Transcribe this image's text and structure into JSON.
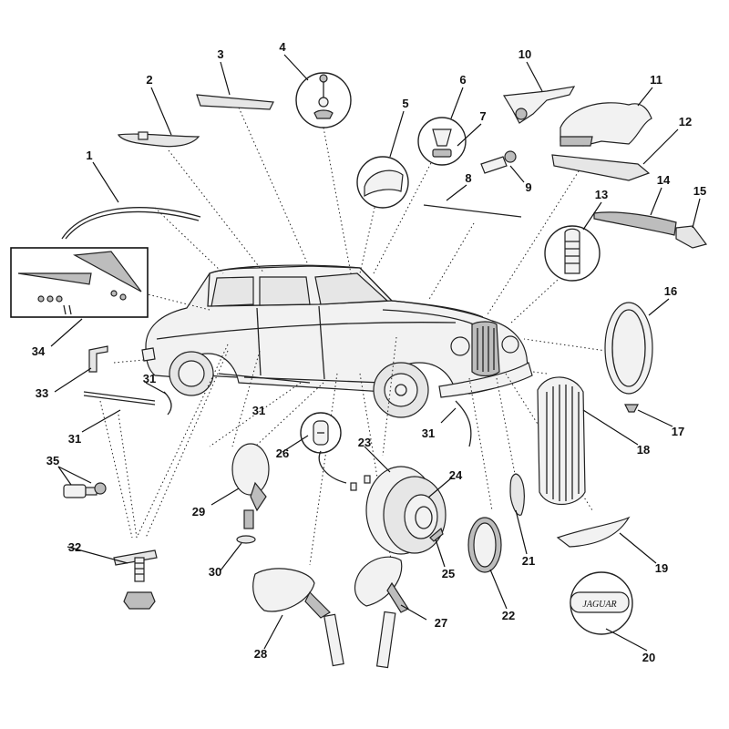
{
  "callouts": [
    {
      "id": "c1",
      "label": "1"
    },
    {
      "id": "c2",
      "label": "2"
    },
    {
      "id": "c3",
      "label": "3"
    },
    {
      "id": "c4",
      "label": "4"
    },
    {
      "id": "c5",
      "label": "5"
    },
    {
      "id": "c6",
      "label": "6"
    },
    {
      "id": "c7",
      "label": "7"
    },
    {
      "id": "c8",
      "label": "8"
    },
    {
      "id": "c9",
      "label": "9"
    },
    {
      "id": "c10",
      "label": "10"
    },
    {
      "id": "c11",
      "label": "11"
    },
    {
      "id": "c12",
      "label": "12"
    },
    {
      "id": "c13",
      "label": "13"
    },
    {
      "id": "c14",
      "label": "14"
    },
    {
      "id": "c15",
      "label": "15"
    },
    {
      "id": "c16",
      "label": "16"
    },
    {
      "id": "c17",
      "label": "17"
    },
    {
      "id": "c18",
      "label": "18"
    },
    {
      "id": "c19",
      "label": "19"
    },
    {
      "id": "c20",
      "label": "20"
    },
    {
      "id": "c21",
      "label": "21"
    },
    {
      "id": "c22",
      "label": "22"
    },
    {
      "id": "c23",
      "label": "23"
    },
    {
      "id": "c24",
      "label": "24"
    },
    {
      "id": "c25",
      "label": "25"
    },
    {
      "id": "c26",
      "label": "26"
    },
    {
      "id": "c27",
      "label": "27"
    },
    {
      "id": "c28",
      "label": "28"
    },
    {
      "id": "c29",
      "label": "29"
    },
    {
      "id": "c30",
      "label": "30"
    },
    {
      "id": "c31a",
      "label": "31"
    },
    {
      "id": "c31b",
      "label": "31"
    },
    {
      "id": "c31c",
      "label": "31"
    },
    {
      "id": "c31d",
      "label": "31"
    },
    {
      "id": "c32",
      "label": "32"
    },
    {
      "id": "c33",
      "label": "33"
    },
    {
      "id": "c34",
      "label": "34"
    },
    {
      "id": "c35",
      "label": "35"
    }
  ],
  "badge_text": "JAGUAR",
  "icons": [
    "car-body-outline",
    "hood-mascot-icon",
    "leaping-jaguar-icon",
    "grille-icon",
    "headlamp-rim-icon",
    "wheel-trim-icon",
    "mirror-icon",
    "badge-icon"
  ]
}
